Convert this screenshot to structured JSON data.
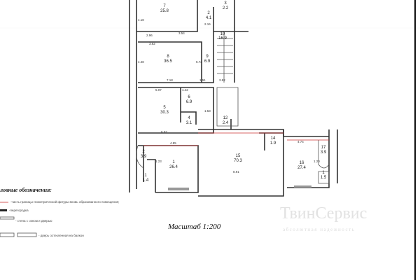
{
  "plan": {
    "rooms": [
      {
        "num": "7",
        "area": "25.8"
      },
      {
        "num": "8",
        "area": "36.5"
      },
      {
        "num": "9",
        "area": "6.9"
      },
      {
        "num": "10",
        "area": "16.9"
      },
      {
        "num": "2",
        "area": "4.1"
      },
      {
        "num": "3",
        "area": "2.2"
      },
      {
        "num": "5",
        "area": "30.3"
      },
      {
        "num": "6",
        "area": "6.9"
      },
      {
        "num": "4",
        "area": "3.1"
      },
      {
        "num": "12",
        "area": "2.4"
      },
      {
        "num": "2",
        "area": "3.9"
      },
      {
        "num": "1",
        "area": "26.4"
      },
      {
        "num": "1",
        "area": "1.4"
      },
      {
        "num": "15",
        "area": "70.3"
      },
      {
        "num": "14",
        "area": "1.9"
      },
      {
        "num": "16",
        "area": "27.4"
      },
      {
        "num": "17",
        "area": "3.9"
      },
      {
        "num": "1",
        "area": "1.5"
      }
    ],
    "dimensions": [
      "2.96",
      "3.54",
      "3.62",
      "7.18",
      "3.82",
      "5.07",
      "1.42",
      "1.51",
      "6.52",
      "4.85",
      "1.23",
      "8.91",
      "4.74",
      "1.20",
      "2.16",
      "4.48",
      "5.72",
      "1.53",
      "4.18"
    ]
  },
  "watermark": {
    "brand": "ТвинСервис",
    "tagline": "абсолютная надежность"
  },
  "legend": {
    "title": "ловные обозначения:",
    "items": [
      "-часть границы геометрической фигуры вновь образованного помещения;",
      "-перегородка",
      "- стена с окном и дверью",
      "- дверь остекленная на балкон"
    ]
  },
  "scale": "Масштаб 1:200"
}
